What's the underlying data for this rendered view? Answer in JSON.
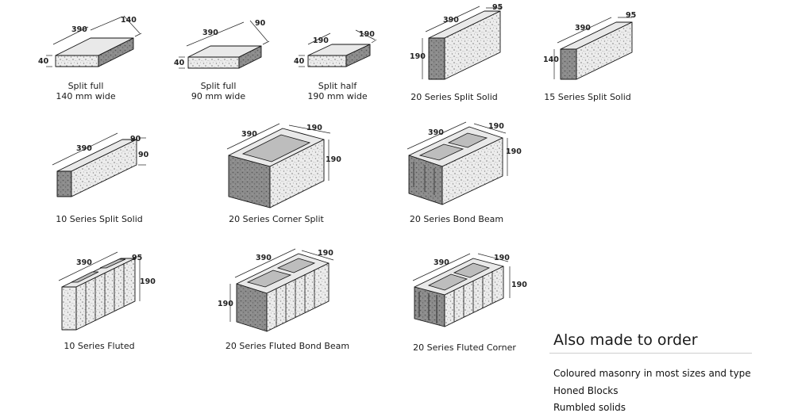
{
  "blocks": [
    {
      "caption_1": "Split full",
      "caption_2": "140 mm wide",
      "dims": [
        "390",
        "140",
        "40"
      ]
    },
    {
      "caption_1": "Split full",
      "caption_2": "90 mm wide",
      "dims": [
        "390",
        "90",
        "40"
      ]
    },
    {
      "caption_1": "Split half",
      "caption_2": "190 mm wide",
      "dims": [
        "190",
        "190",
        "40"
      ]
    },
    {
      "caption_1": "20 Series Split Solid",
      "dims": [
        "390",
        "95",
        "190"
      ]
    },
    {
      "caption_1": "15 Series Split Solid",
      "dims": [
        "390",
        "95",
        "140"
      ]
    },
    {
      "caption_1": "10 Series Split Solid",
      "dims": [
        "390",
        "90",
        "90"
      ]
    },
    {
      "caption_1": "20 Series Corner Split",
      "dims": [
        "390",
        "190",
        "190"
      ]
    },
    {
      "caption_1": "20  Series Bond Beam",
      "dims": [
        "390",
        "190",
        "190"
      ]
    },
    {
      "caption_1": "10 Series Fluted",
      "dims": [
        "390",
        "95",
        "190"
      ]
    },
    {
      "caption_1": "20 Series Fluted Bond Beam",
      "dims": [
        "390",
        "190",
        "190"
      ]
    },
    {
      "caption_1": "20 Series Fluted Corner",
      "dims": [
        "390",
        "190",
        "190"
      ]
    }
  ],
  "also": {
    "title": "Also made to order",
    "items": [
      "Coloured masonry in most sizes and type",
      "Honed Blocks",
      "Rumbled solids"
    ]
  }
}
